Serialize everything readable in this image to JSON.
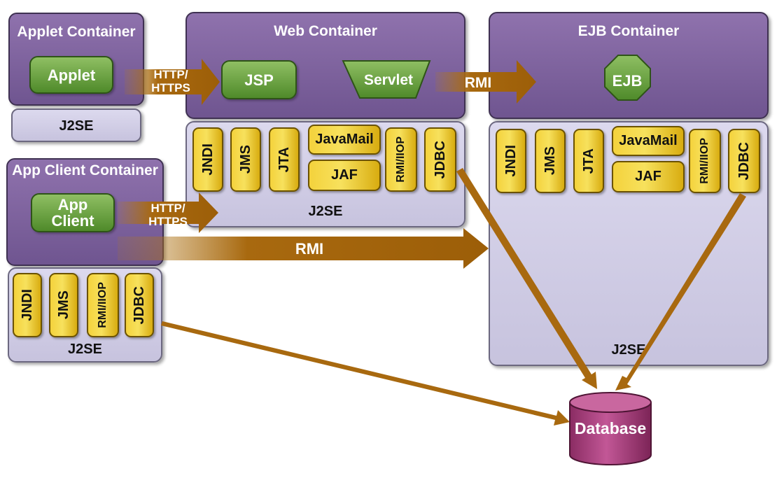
{
  "applet_container": {
    "title": "Applet Container",
    "component": "Applet",
    "platform": "J2SE"
  },
  "app_client_container": {
    "title": "App Client Container",
    "component": "App Client",
    "apis": [
      "JNDI",
      "JMS",
      "RMI/IIOP",
      "JDBC"
    ],
    "platform": "J2SE"
  },
  "web_container": {
    "title": "Web Container",
    "components": [
      "JSP",
      "Servlet"
    ],
    "apis_vertical": [
      "JNDI",
      "JMS",
      "JTA"
    ],
    "apis_stacked": [
      "JavaMail",
      "JAF"
    ],
    "apis_vertical_right": [
      "RMI/IIOP",
      "JDBC"
    ],
    "platform": "J2SE"
  },
  "ejb_container": {
    "title": "EJB Container",
    "component": "EJB",
    "apis_vertical": [
      "JNDI",
      "JMS",
      "JTA"
    ],
    "apis_stacked": [
      "JavaMail",
      "JAF"
    ],
    "apis_vertical_right": [
      "RMI/IIOP",
      "JDBC"
    ],
    "platform": "J2SE"
  },
  "database": {
    "label": "Database"
  },
  "connections": {
    "applet_to_web": "HTTP/ HTTPS",
    "client_to_web": "HTTP/ HTTPS",
    "web_to_ejb": "RMI",
    "client_to_ejb": "RMI"
  },
  "colors": {
    "container": "#7b5f9b",
    "platform": "#d2cfe6",
    "component": "#6a9c3f",
    "api": "#f2cf2e",
    "arrow": "#a8690f",
    "database": "#b04883"
  }
}
